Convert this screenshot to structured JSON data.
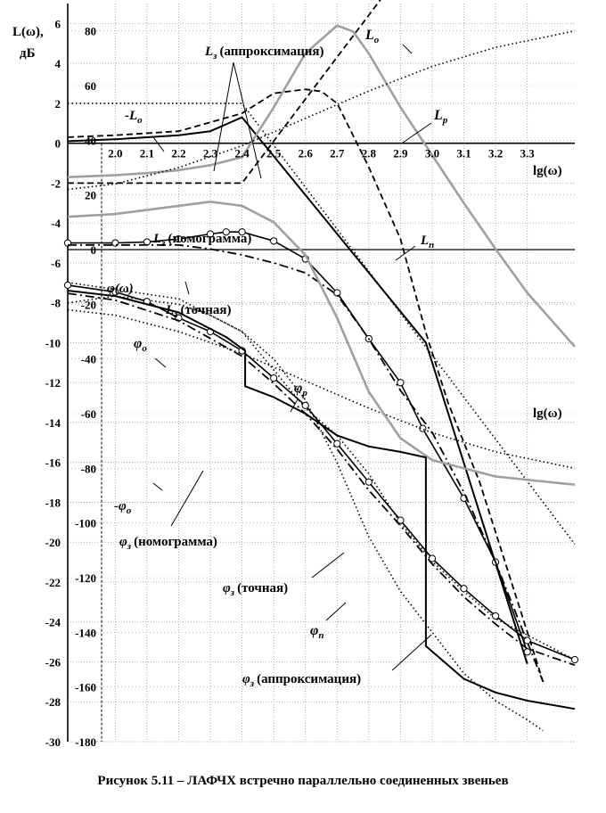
{
  "caption": "Рисунок 5.11 – ЛАФЧХ встречно параллельно соединенных звеньев",
  "colors": {
    "ink": "#000000",
    "grid": "#9a9a9a",
    "gray_curve": "#a0a0a0"
  },
  "chart_data": {
    "type": "line",
    "x_axis": {
      "label": "lg(ω)",
      "range": [
        1.85,
        3.45
      ],
      "ticks": [
        2.0,
        2.1,
        2.2,
        2.3,
        2.4,
        2.5,
        2.6,
        2.7,
        2.8,
        2.9,
        3.0,
        3.1,
        3.2,
        3.3
      ],
      "tick_labels": [
        "2.0",
        "2.1",
        "2.2",
        "2.3",
        "2.4",
        "2.5",
        "2.6",
        "2.7",
        "2.8",
        "2.9",
        "3.0",
        "3.1",
        "3.2",
        "3.3"
      ]
    },
    "y_axis_L": {
      "label_line1": "L(ω),",
      "label_line2": "дБ",
      "range": [
        -30,
        7
      ],
      "ticks": [
        6,
        4,
        2,
        0,
        -2,
        -4,
        -6,
        -8,
        -10,
        -12,
        -14,
        -16,
        -18,
        -20,
        -22,
        -24,
        -26,
        -28,
        -30
      ],
      "tick_labels": [
        "6",
        "4",
        "2",
        "0",
        "-2",
        "-4",
        "-6",
        "-8",
        "-10",
        "-12",
        "-14",
        "-16",
        "-18",
        "-20",
        "-22",
        "-24",
        "-26",
        "-28",
        "-30"
      ]
    },
    "y_axis_phi": {
      "label": "lg(ω)",
      "range": [
        -180,
        90
      ],
      "ticks": [
        80,
        60,
        40,
        20,
        0,
        -20,
        -40,
        -60,
        -80,
        -100,
        -120,
        -140,
        -160,
        -180
      ],
      "tick_labels": [
        "80",
        "60",
        "40",
        "20",
        "0",
        "-20",
        "-40",
        "-60",
        "-80",
        "-100",
        "-120",
        "-140",
        "-160",
        "-180"
      ]
    },
    "grid": true,
    "series": [
      {
        "name": "Lo",
        "axis": "L",
        "style": "dashed",
        "points": [
          [
            1.85,
            -2
          ],
          [
            2.4,
            -2
          ],
          [
            2.97,
            10
          ]
        ]
      },
      {
        "name": "-Lo",
        "axis": "L",
        "style": "dotted",
        "points": [
          [
            1.85,
            2
          ],
          [
            2.4,
            2
          ],
          [
            2.97,
            -10
          ],
          [
            3.45,
            -20.1
          ]
        ]
      },
      {
        "name": "Lз (аппроксимация)",
        "axis": "L",
        "style": "solid",
        "points": [
          [
            1.85,
            0.1
          ],
          [
            2.0,
            0.2
          ],
          [
            2.2,
            0.4
          ],
          [
            2.3,
            0.6
          ],
          [
            2.4,
            1.3
          ],
          [
            2.98,
            -10.0
          ],
          [
            3.3,
            -26.1
          ]
        ]
      },
      {
        "name": "Lр",
        "axis": "L",
        "style": "solid-gray",
        "points": [
          [
            1.85,
            -1.7
          ],
          [
            2.0,
            -1.6
          ],
          [
            2.1,
            -1.5
          ],
          [
            2.2,
            -1.35
          ],
          [
            2.3,
            -1.1
          ],
          [
            2.4,
            -0.7
          ],
          [
            2.5,
            1.8
          ],
          [
            2.6,
            4.5
          ],
          [
            2.7,
            5.9
          ],
          [
            2.75,
            5.6
          ],
          [
            2.8,
            4.5
          ],
          [
            2.9,
            1.8
          ],
          [
            3.0,
            -0.6
          ],
          [
            3.1,
            -3.0
          ],
          [
            3.2,
            -5.3
          ],
          [
            3.3,
            -7.5
          ],
          [
            3.45,
            -10.2
          ]
        ]
      },
      {
        "name": "Lп",
        "axis": "L",
        "style": "dashed",
        "points": [
          [
            1.85,
            0.3
          ],
          [
            2.0,
            0.4
          ],
          [
            2.2,
            0.6
          ],
          [
            2.4,
            1.5
          ],
          [
            2.5,
            2.5
          ],
          [
            2.6,
            2.7
          ],
          [
            2.65,
            2.6
          ],
          [
            2.7,
            2.0
          ],
          [
            2.8,
            -1.2
          ],
          [
            2.9,
            -4.8
          ],
          [
            2.98,
            -9.5
          ],
          [
            3.05,
            -13.0
          ],
          [
            3.15,
            -17.0
          ],
          [
            3.25,
            -22.0
          ],
          [
            3.3,
            -24.5
          ],
          [
            3.35,
            -27.0
          ]
        ]
      },
      {
        "name": "Lз (номограмма)",
        "axis": "L",
        "style": "solid-circles",
        "points": [
          [
            1.85,
            -5.0
          ],
          [
            2.0,
            -5.0
          ],
          [
            2.1,
            -4.95
          ],
          [
            2.2,
            -4.8
          ],
          [
            2.3,
            -4.55
          ],
          [
            2.35,
            -4.45
          ],
          [
            2.4,
            -4.45
          ],
          [
            2.5,
            -4.9
          ],
          [
            2.6,
            -5.8
          ],
          [
            2.7,
            -7.5
          ],
          [
            2.8,
            -9.8
          ],
          [
            2.9,
            -12.0
          ],
          [
            2.97,
            -14.3
          ],
          [
            3.1,
            -17.8
          ],
          [
            3.2,
            -21.0
          ],
          [
            3.3,
            -25.5
          ]
        ]
      },
      {
        "name": "Lз (точная)",
        "axis": "L",
        "style": "dash-dot",
        "points": [
          [
            1.85,
            -5.1
          ],
          [
            2.0,
            -5.1
          ],
          [
            2.2,
            -5.1
          ],
          [
            2.3,
            -5.3
          ],
          [
            2.4,
            -5.6
          ],
          [
            2.5,
            -6.0
          ],
          [
            2.6,
            -6.5
          ],
          [
            2.7,
            -7.6
          ],
          [
            2.8,
            -9.8
          ],
          [
            2.9,
            -12.4
          ],
          [
            3.0,
            -14.5
          ],
          [
            3.1,
            -17.5
          ],
          [
            3.2,
            -21.0
          ],
          [
            3.3,
            -25.0
          ],
          [
            3.35,
            -27.0
          ]
        ]
      },
      {
        "name": "φо",
        "axis": "phi",
        "style": "dotted",
        "points": [
          [
            1.85,
            22
          ],
          [
            2.0,
            24
          ],
          [
            2.2,
            30
          ],
          [
            2.4,
            38
          ],
          [
            2.6,
            48
          ],
          [
            2.8,
            58
          ],
          [
            3.0,
            67
          ],
          [
            3.2,
            74
          ],
          [
            3.45,
            80
          ]
        ]
      },
      {
        "name": "-φо",
        "axis": "phi",
        "style": "dotted",
        "points": [
          [
            1.85,
            -22
          ],
          [
            2.0,
            -24
          ],
          [
            2.2,
            -30
          ],
          [
            2.4,
            -38
          ],
          [
            2.6,
            -48
          ],
          [
            2.8,
            -58
          ],
          [
            3.0,
            -67
          ],
          [
            3.2,
            -74
          ],
          [
            3.45,
            -80
          ]
        ]
      },
      {
        "name": "φр",
        "axis": "phi",
        "style": "solid-gray",
        "points": [
          [
            1.85,
            12
          ],
          [
            2.0,
            13
          ],
          [
            2.2,
            16
          ],
          [
            2.3,
            17.5
          ],
          [
            2.4,
            16
          ],
          [
            2.5,
            10
          ],
          [
            2.6,
            -2
          ],
          [
            2.7,
            -25
          ],
          [
            2.8,
            -52
          ],
          [
            2.9,
            -69
          ],
          [
            3.0,
            -77
          ],
          [
            3.2,
            -83
          ],
          [
            3.45,
            -86
          ]
        ]
      },
      {
        "name": "φ(ω)",
        "axis": "phi",
        "style": "dotted",
        "points": [
          [
            1.85,
            -19.5
          ],
          [
            2.0,
            -17
          ],
          [
            2.2,
            -20
          ],
          [
            2.3,
            -24
          ],
          [
            2.4,
            -30
          ],
          [
            2.5,
            -40
          ],
          [
            2.6,
            -55
          ],
          [
            2.7,
            -78
          ],
          [
            2.8,
            -105
          ],
          [
            2.9,
            -125
          ],
          [
            3.0,
            -140
          ],
          [
            3.1,
            -155
          ],
          [
            3.2,
            -165
          ],
          [
            3.3,
            -172
          ],
          [
            3.35,
            -176
          ]
        ]
      },
      {
        "name": "φп",
        "axis": "phi",
        "style": "dotted",
        "points": [
          [
            1.85,
            -12
          ],
          [
            2.2,
            -18
          ],
          [
            2.4,
            -30
          ],
          [
            2.6,
            -58
          ],
          [
            2.7,
            -68
          ],
          [
            2.8,
            -82
          ],
          [
            2.9,
            -100
          ],
          [
            3.0,
            -114
          ],
          [
            3.1,
            -125
          ],
          [
            3.2,
            -135
          ],
          [
            3.3,
            -141
          ],
          [
            3.45,
            -150
          ]
        ]
      },
      {
        "name": "φз (номограмма)",
        "axis": "phi",
        "style": "solid-circles",
        "points": [
          [
            1.85,
            -13
          ],
          [
            2.0,
            -15.5
          ],
          [
            2.1,
            -19
          ],
          [
            2.2,
            -25
          ],
          [
            2.3,
            -30
          ],
          [
            2.4,
            -37
          ],
          [
            2.5,
            -47
          ],
          [
            2.6,
            -57
          ],
          [
            2.7,
            -71
          ],
          [
            2.8,
            -85
          ],
          [
            2.9,
            -99
          ],
          [
            3.0,
            -113
          ],
          [
            3.1,
            -124
          ],
          [
            3.2,
            -134
          ],
          [
            3.3,
            -143
          ],
          [
            3.45,
            -150
          ]
        ]
      },
      {
        "name": "φз (точная)",
        "axis": "phi",
        "style": "dash-dot",
        "points": [
          [
            1.85,
            -16
          ],
          [
            2.0,
            -18.5
          ],
          [
            2.2,
            -26
          ],
          [
            2.4,
            -39
          ],
          [
            2.5,
            -49
          ],
          [
            2.6,
            -60
          ],
          [
            2.7,
            -73
          ],
          [
            2.8,
            -88
          ],
          [
            2.9,
            -101
          ],
          [
            3.0,
            -115
          ],
          [
            3.1,
            -127
          ],
          [
            3.2,
            -137
          ],
          [
            3.3,
            -146
          ],
          [
            3.45,
            -152
          ]
        ]
      },
      {
        "name": "φз (аппроксимация)",
        "axis": "phi",
        "style": "solid",
        "points": [
          [
            1.85,
            -15
          ],
          [
            2.0,
            -17
          ],
          [
            2.2,
            -23
          ],
          [
            2.35,
            -32
          ],
          [
            2.41,
            -37
          ],
          [
            2.41,
            -50
          ],
          [
            2.5,
            -54
          ],
          [
            2.6,
            -60
          ],
          [
            2.7,
            -68
          ],
          [
            2.8,
            -72
          ],
          [
            2.9,
            -74
          ],
          [
            2.98,
            -76
          ],
          [
            2.98,
            -145
          ],
          [
            3.1,
            -157
          ],
          [
            3.2,
            -162
          ],
          [
            3.3,
            -165
          ],
          [
            3.45,
            -168
          ]
        ]
      }
    ],
    "labels": {
      "L0_top": "L",
      "L0_top_sub": "o",
      "L3_approx": "L",
      "L3_approx_sub": "з",
      "L3_approx_rest": "(аппроксимация)",
      "minus_L0": "-L",
      "minus_L0_sub": "o",
      "Lp": "L",
      "Lp_sub": "p",
      "Ln": "L",
      "Ln_sub": "п",
      "L3_nomo": "L",
      "L3_nomo_sub": "з",
      "L3_nomo_rest": "(номограмма)",
      "phi_w": "φ(ω)",
      "L3_exact": "L",
      "L3_exact_sub": "з",
      "L3_exact_rest": "(точная)",
      "phi0": "φ",
      "phi0_sub": "o",
      "phip": "φ",
      "phip_sub": "p",
      "minus_phi0": "-φ",
      "minus_phi0_sub": "o",
      "phi3_nomo": "φ",
      "phi3_nomo_sub": "з",
      "phi3_nomo_rest": "(номограмма)",
      "phi3_exact": "φ",
      "phi3_exact_sub": "з",
      "phi3_exact_rest": "(точная)",
      "phin": "φ",
      "phin_sub": "п",
      "phi3_approx": "φ",
      "phi3_approx_sub": "з",
      "phi3_approx_rest": "(аппроксимация)"
    }
  }
}
